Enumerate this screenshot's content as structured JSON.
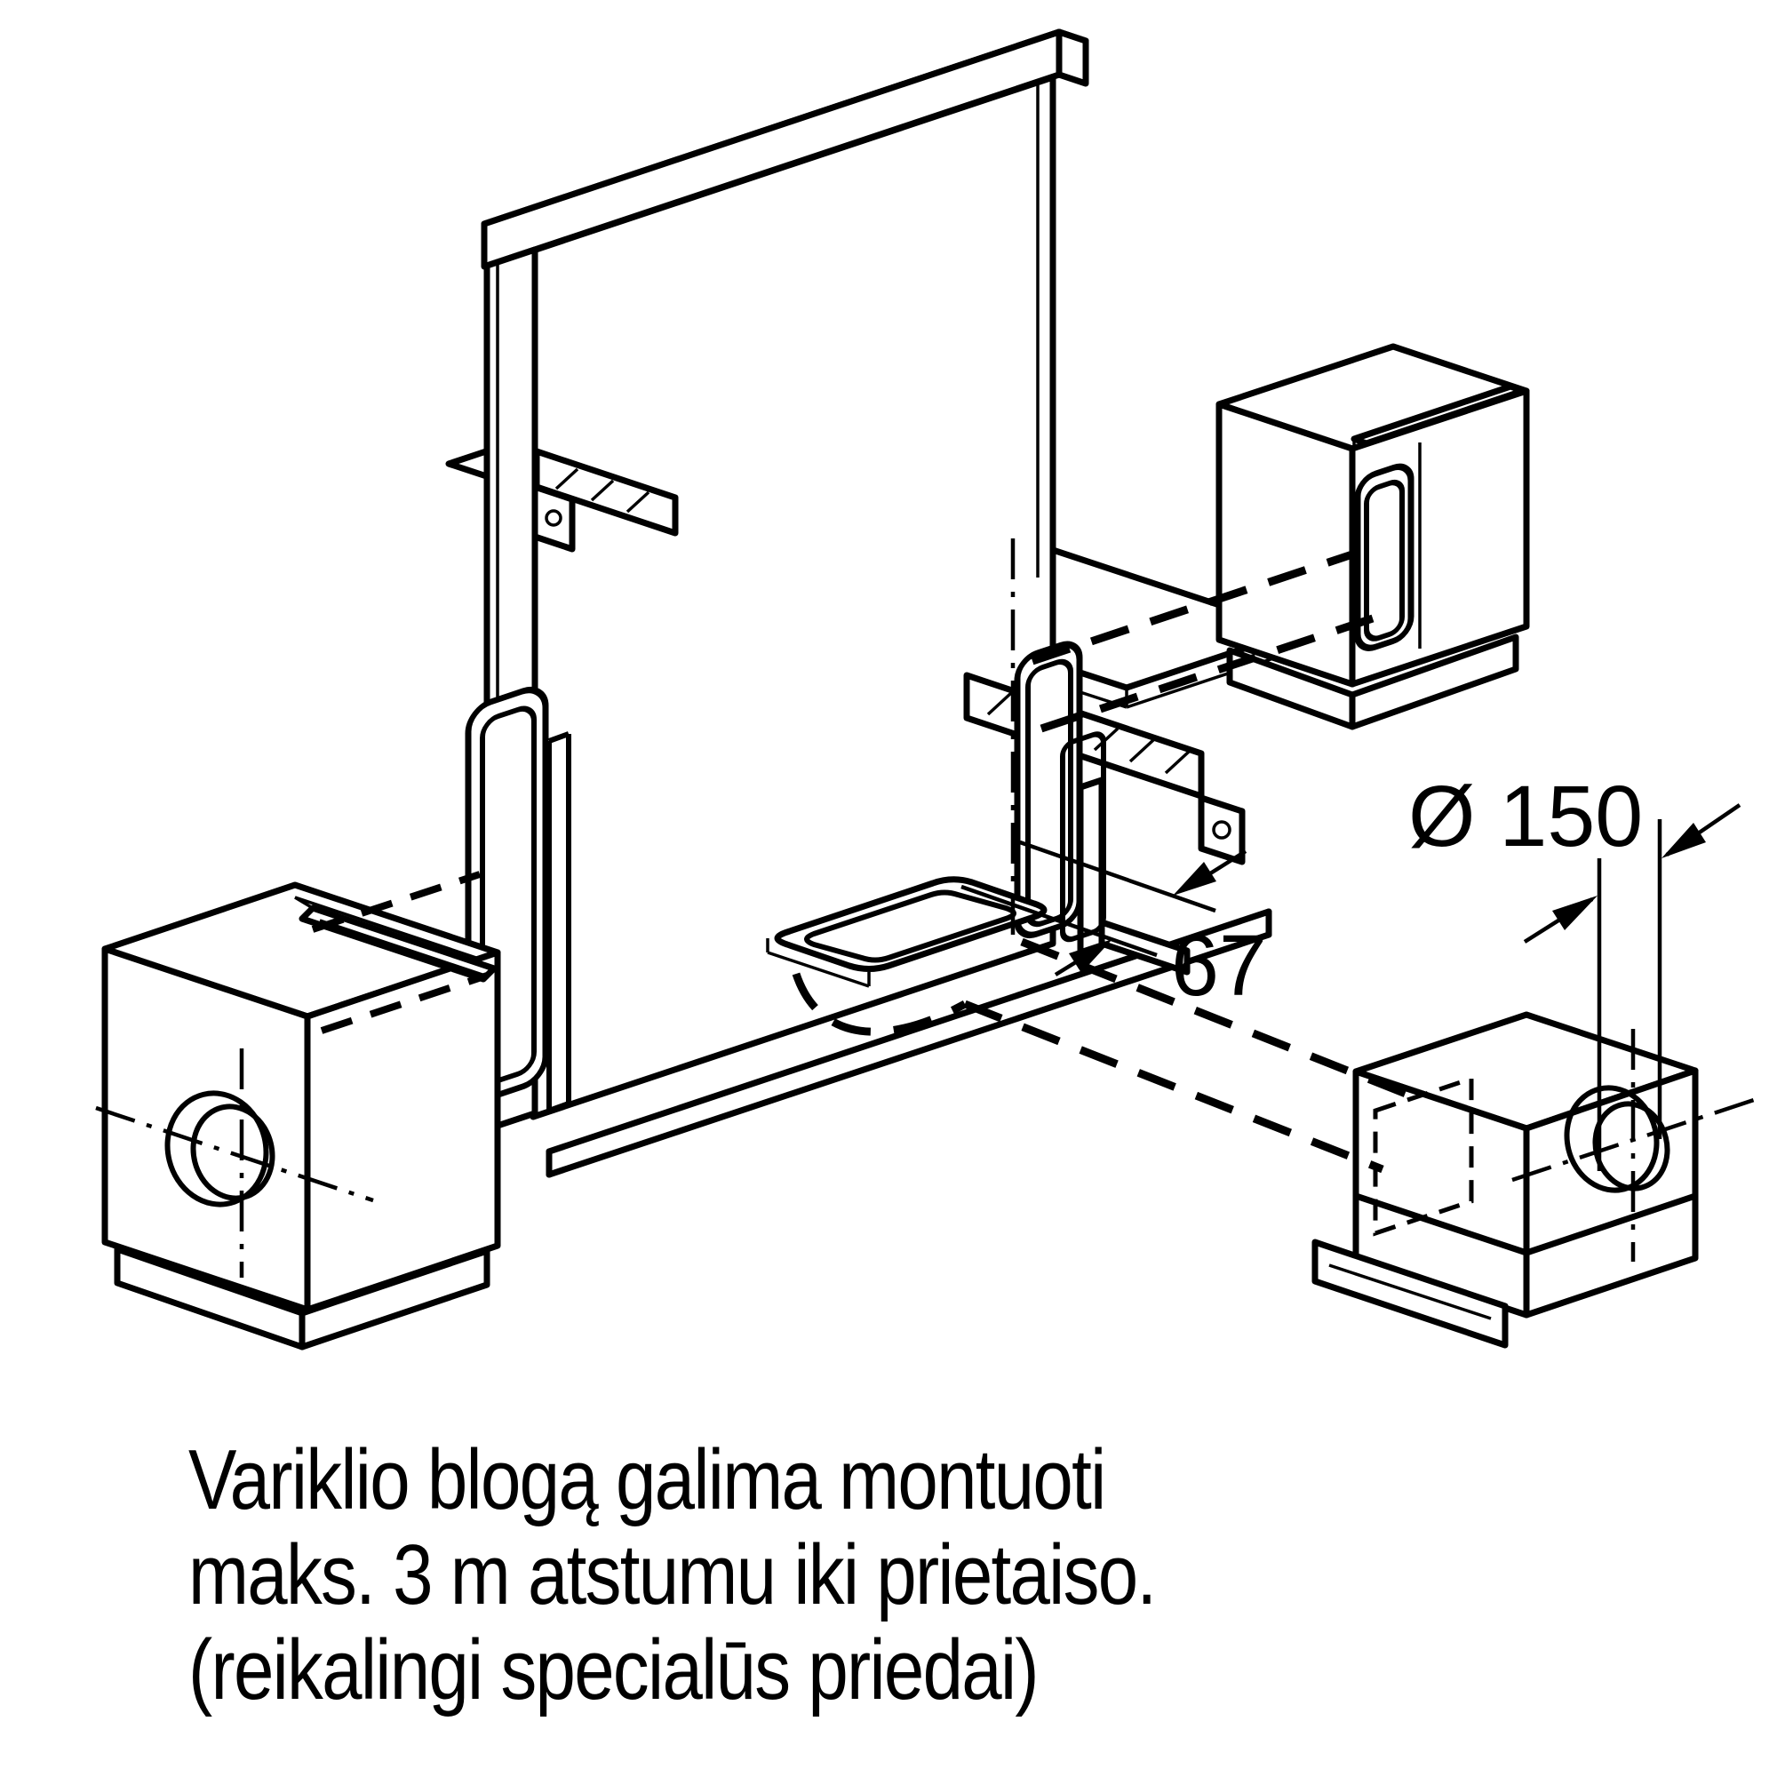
{
  "diagram": {
    "type": "appliance-installation-drawing",
    "dimensions": {
      "diameter": "Ø 150",
      "distance": "67"
    },
    "caption": {
      "line1": "Variklio blogą galima montuoti",
      "line2": "maks. 3 m atstumu iki prietaiso.",
      "line3": "(reikalingi specialūs priedai)"
    },
    "colors": {
      "line": "#000000",
      "background": "#ffffff"
    }
  }
}
